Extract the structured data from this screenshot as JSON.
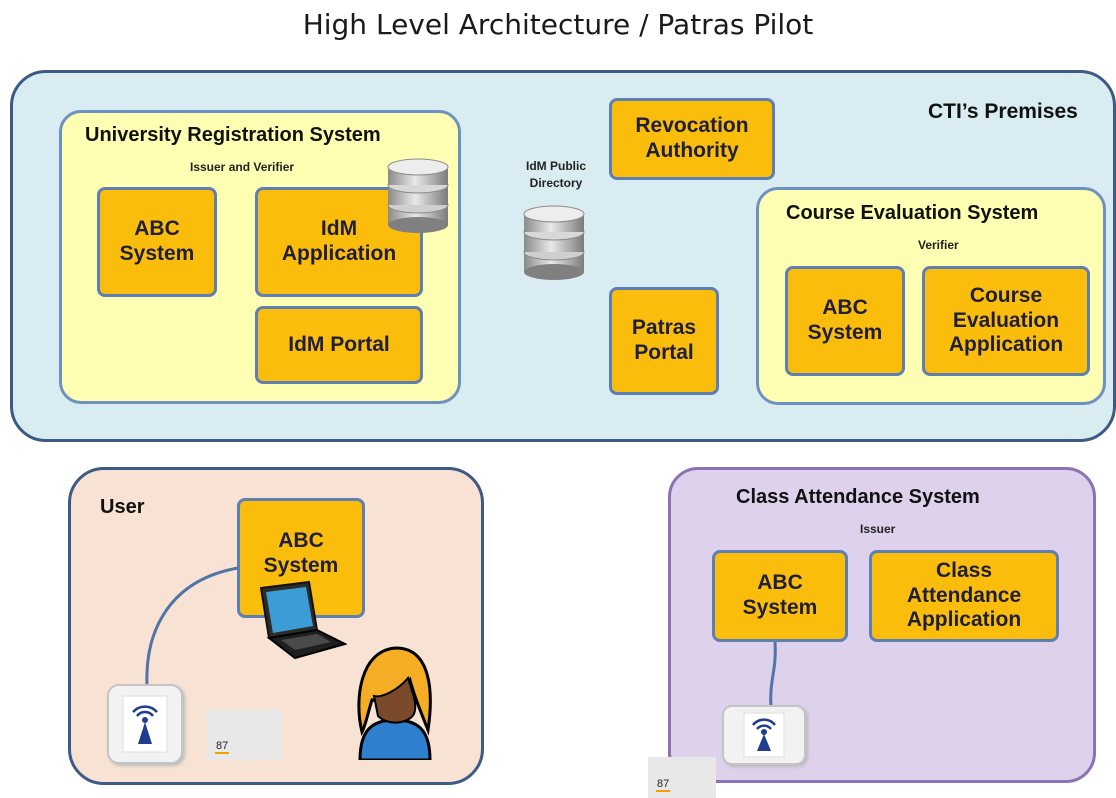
{
  "title": "High Level Architecture / Patras Pilot",
  "cti": {
    "label": "CTI’s Premises",
    "university": {
      "title": "University Registration System",
      "subtitle": "Issuer and Verifier",
      "abc": "ABC\nSystem",
      "idm_app": "IdM\nApplication",
      "idm_portal": "IdM Portal"
    },
    "directory_label": "IdM Public\nDirectory",
    "revocation": "Revocation\nAuthority",
    "patras_portal": "Patras\nPortal",
    "course": {
      "title": "Course Evaluation System",
      "subtitle": "Verifier",
      "abc": "ABC\nSystem",
      "app": "Course\nEvaluation\nApplication"
    }
  },
  "user": {
    "label": "User",
    "abc": "ABC\nSystem",
    "badge": "87"
  },
  "class_attendance": {
    "title": "Class Attendance System",
    "subtitle": "Issuer",
    "abc": "ABC\nSystem",
    "app": "Class\nAttendance\nApplication",
    "badge": "87"
  },
  "icons": {
    "database": "database-icon",
    "laptop": "laptop-icon",
    "person": "person-icon",
    "smartcard": "smartcard-icon"
  }
}
